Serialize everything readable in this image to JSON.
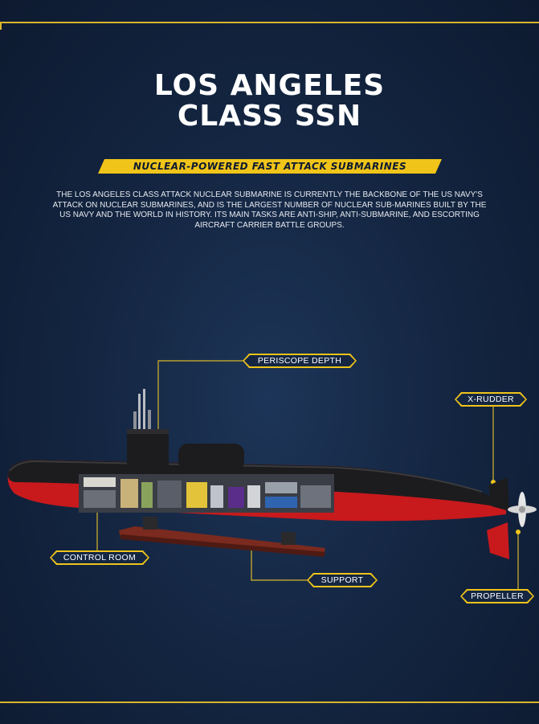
{
  "title": "LOS ANGELES\nCLASS SSN",
  "subtitle": "NUCLEAR-POWERED FAST ATTACK SUBMARINES",
  "description": "THE LOS ANGELES CLASS ATTACK NUCLEAR SUBMARINE IS CURRENTLY THE BACKBONE OF THE US NAVY'S ATTACK ON NUCLEAR SUBMARINES, AND IS THE LARGEST NUMBER OF NUCLEAR SUB-MARINES BUILT BY THE US NAVY AND THE WORLD IN HISTORY. ITS MAIN TASKS ARE ANTI-SHIP, ANTI-SUBMARINE, AND ESCORTING AIRCRAFT CARRIER BATTLE GROUPS.",
  "callouts": {
    "periscope_depth": "PERISCOPE DEPTH",
    "x_rudder": "X-RUDDER",
    "control_room": "CONTROL ROOM",
    "support": "SUPPORT",
    "propeller": "PROPELLER"
  },
  "colors": {
    "accent": "#f0c419",
    "background": "#142642",
    "hull_black": "#1c1c1e",
    "hull_red": "#c8191c"
  }
}
